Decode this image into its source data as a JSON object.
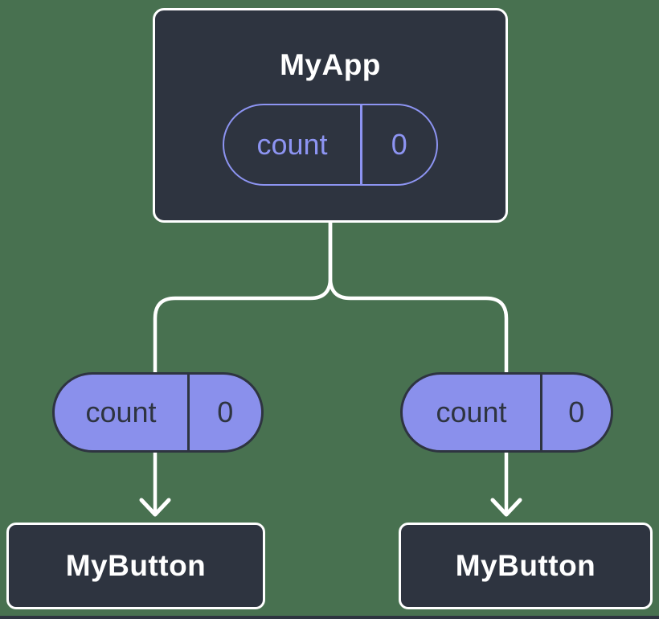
{
  "colors": {
    "background": "#487150",
    "node_fill": "#2E3440",
    "node_border": "#FFFFFF",
    "node_text": "#FFFFFF",
    "pill_fill": "#8A90EC",
    "pill_border_dark": "#2E3440",
    "pill_text_dark": "#2E3440",
    "pill_outline_purple": "#8D94F2",
    "connector": "#FFFFFF"
  },
  "diagram": {
    "root": {
      "title": "MyApp",
      "state_pill": {
        "name": "count",
        "value": "0"
      }
    },
    "left_branch": {
      "prop_pill": {
        "name": "count",
        "value": "0"
      },
      "child": {
        "title": "MyButton"
      }
    },
    "right_branch": {
      "prop_pill": {
        "name": "count",
        "value": "0"
      },
      "child": {
        "title": "MyButton"
      }
    }
  }
}
